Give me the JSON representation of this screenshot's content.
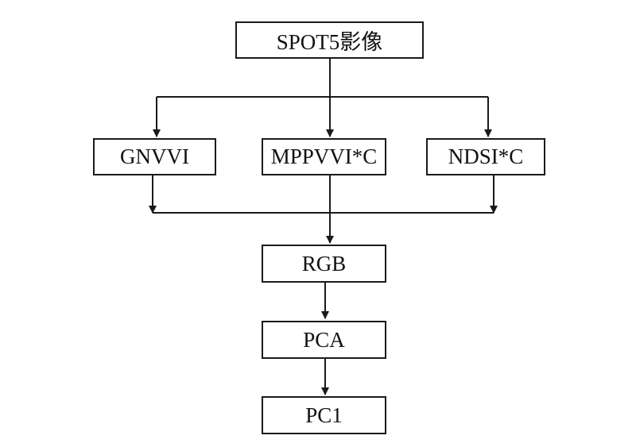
{
  "nodes": {
    "source": "SPOT5影像",
    "gnvvi": "GNVVI",
    "mppvvi": "MPPVVI*C",
    "ndsi": "NDSI*C",
    "rgb": "RGB",
    "pca": "PCA",
    "pc1": "PC1"
  },
  "edges": [
    [
      "source",
      "gnvvi"
    ],
    [
      "source",
      "mppvvi"
    ],
    [
      "source",
      "ndsi"
    ],
    [
      "gnvvi",
      "rgb"
    ],
    [
      "mppvvi",
      "rgb"
    ],
    [
      "ndsi",
      "rgb"
    ],
    [
      "rgb",
      "pca"
    ],
    [
      "pca",
      "pc1"
    ]
  ],
  "colors": {
    "line": "#1a1a1a",
    "box_border": "#1a1a1a",
    "text": "#111111"
  }
}
